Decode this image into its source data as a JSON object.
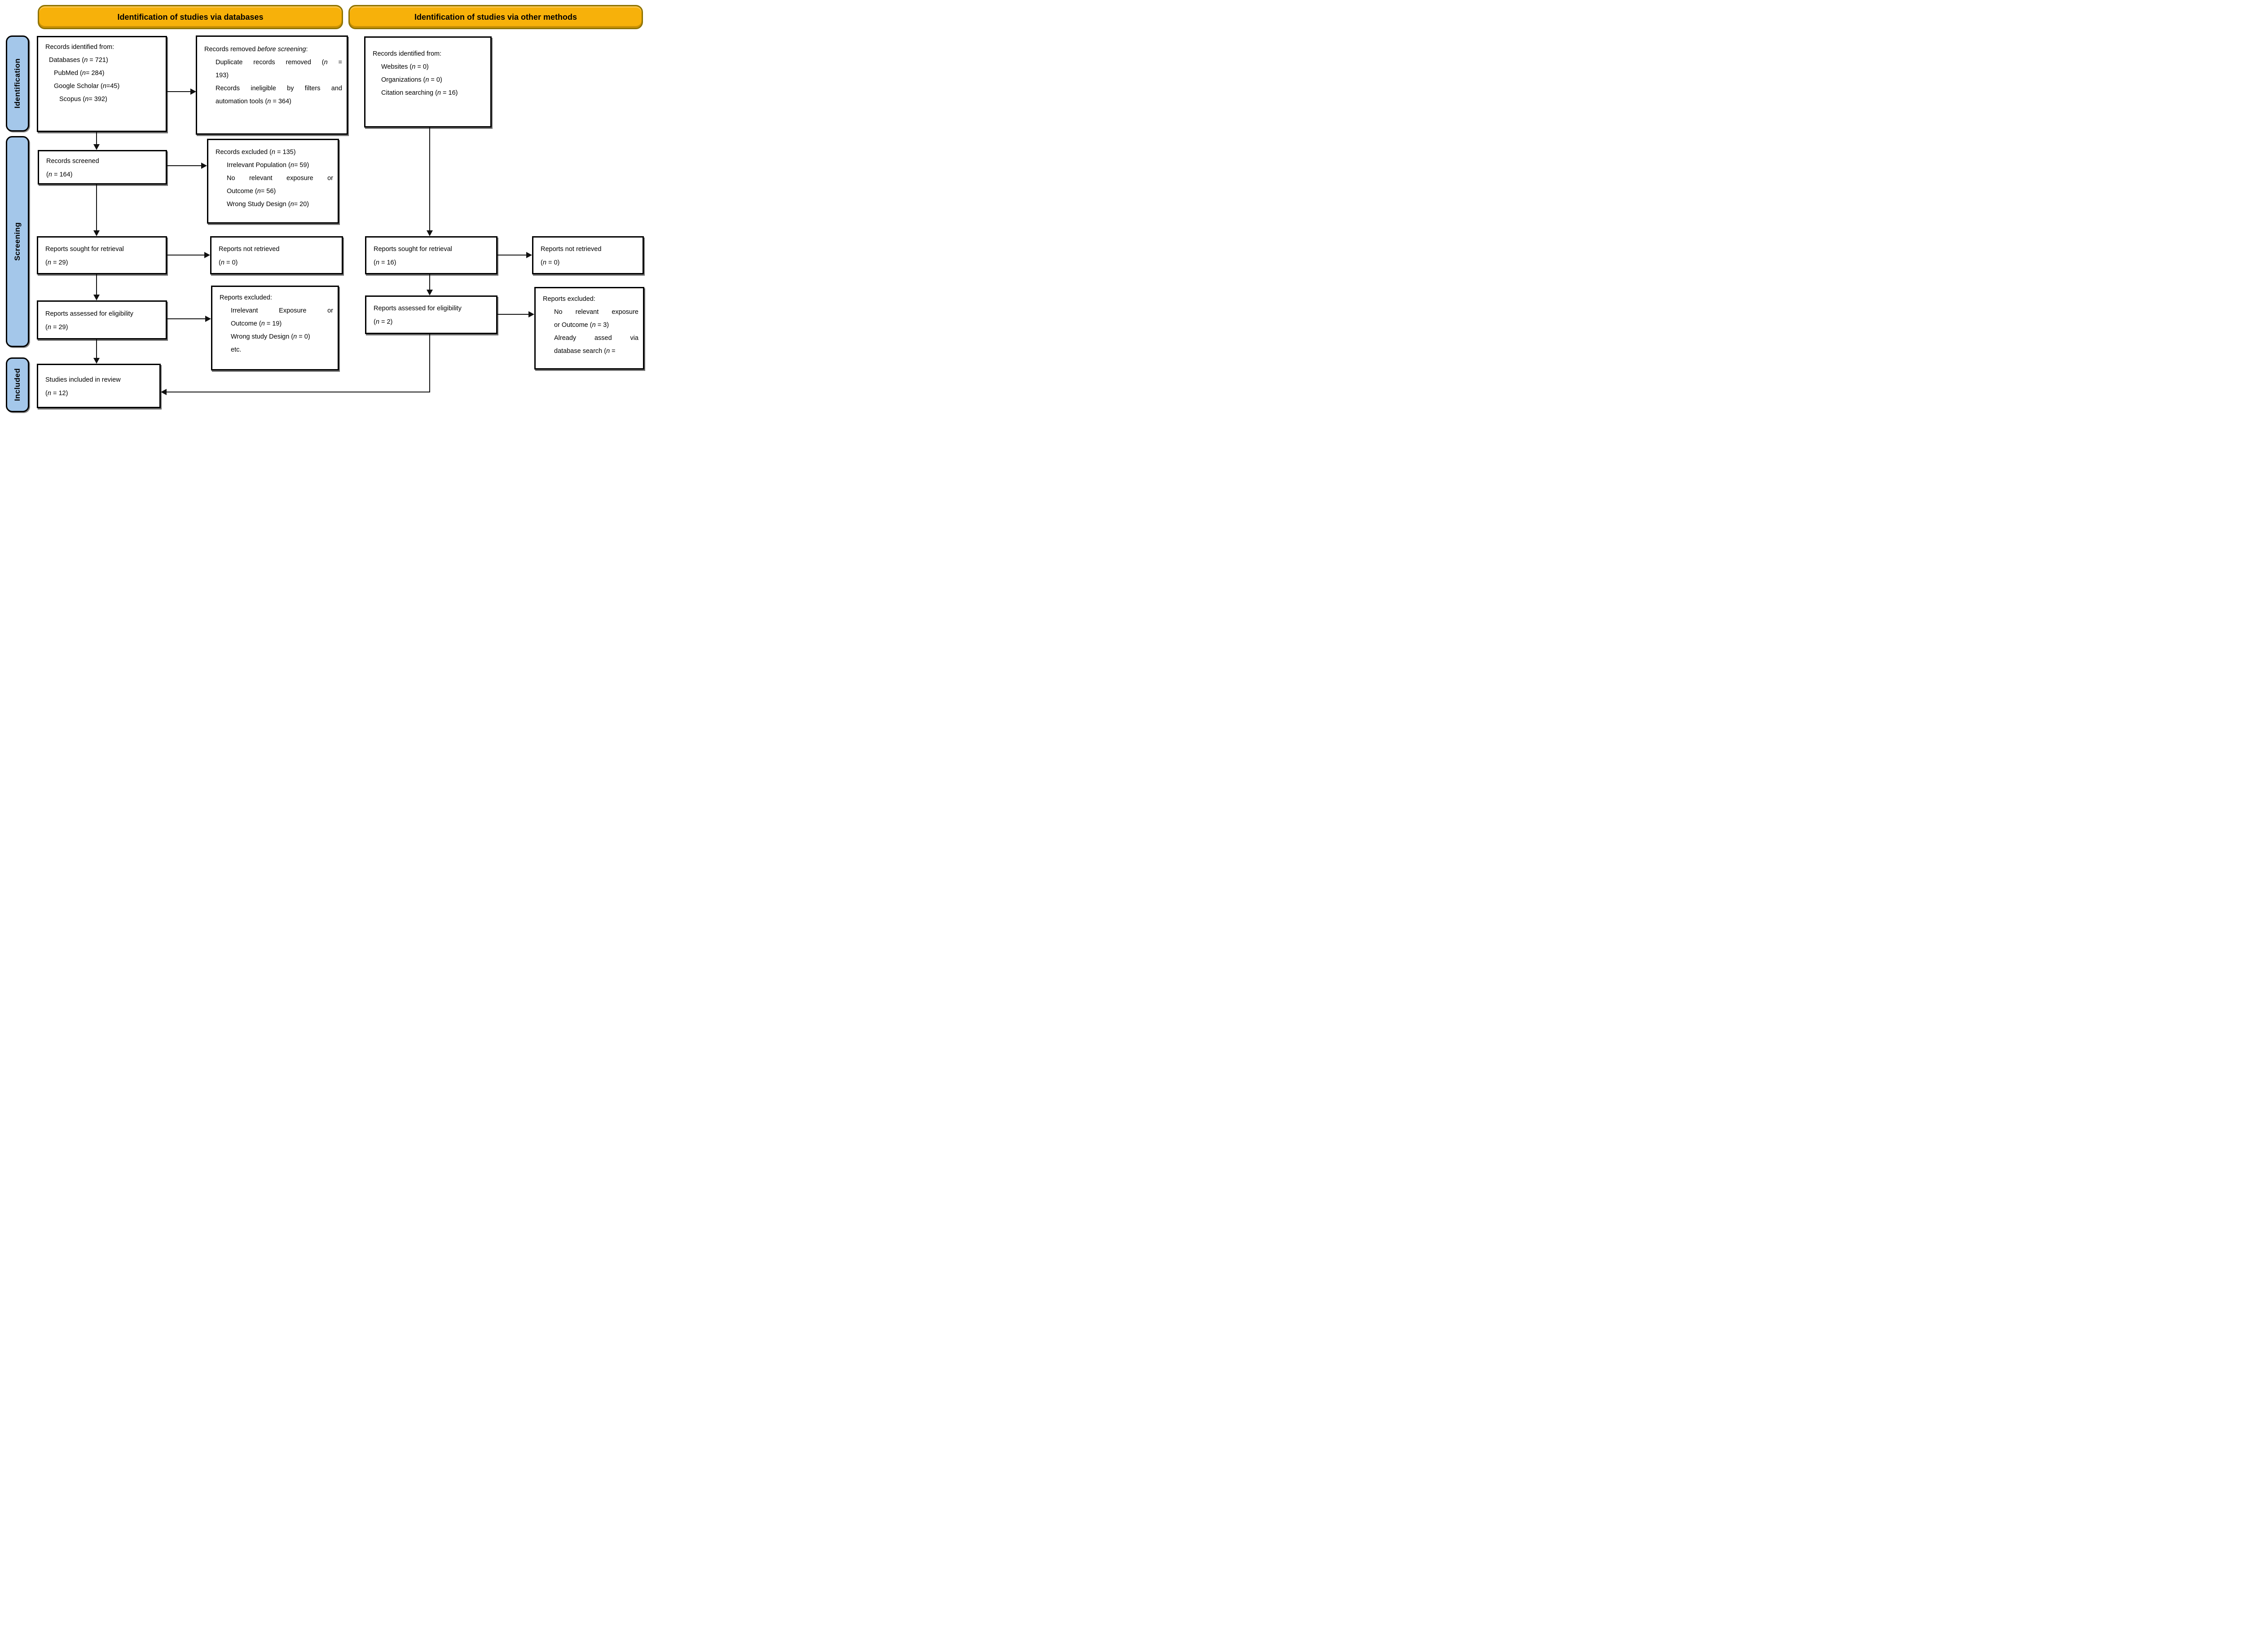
{
  "figure": {
    "kind": "PRISMA flow diagram"
  },
  "colors": {
    "header_bg": "#F7B10A",
    "header_border": "#8F7300",
    "sidebar_bg": "#A4C7EA",
    "box_border": "#000000",
    "arrow": "#111111"
  },
  "headers": [
    {
      "label": "Identification of studies via databases"
    },
    {
      "label": "Identification of studies via other methods"
    }
  ],
  "sidebar": [
    {
      "label": "Identification"
    },
    {
      "label": "Screening"
    },
    {
      "label": "Included"
    }
  ],
  "boxes": {
    "db_identified": {
      "lines": [
        "Records identified from:",
        "Databases (n = 721)",
        "PubMed (n= 284)",
        "Google Scholar (n=45)",
        "Scopus (n= 392)"
      ]
    },
    "removed_before": {
      "lines": [
        "Records removed *before screening*:",
        "Duplicate records removed (n =",
        "193)",
        "Records ineligible by filters and",
        "automation tools (n = 364)"
      ]
    },
    "other_identified": {
      "lines": [
        "Records identified from:",
        "Websites (n = 0)",
        "Organizations (n = 0)",
        "Citation searching (n = 16)"
      ]
    },
    "records_screened": {
      "lines": [
        "Records screened",
        "(n = 164)"
      ]
    },
    "records_excluded": {
      "lines": [
        "Records excluded (n = 135)",
        "Irrelevant Population (n= 59)",
        "No relevant exposure or",
        "Outcome (n= 56)",
        "Wrong Study Design (n= 20)"
      ]
    },
    "reports_sought_db": {
      "lines": [
        "Reports sought for retrieval",
        "(n = 29)"
      ]
    },
    "reports_not_retrieved_db": {
      "lines": [
        "Reports not retrieved",
        "(n = 0)"
      ]
    },
    "reports_sought_other": {
      "lines": [
        "Reports sought for retrieval",
        "(n = 16)"
      ]
    },
    "reports_not_retrieved_other": {
      "lines": [
        "Reports not retrieved",
        "(n = 0)"
      ]
    },
    "assessed_db": {
      "lines": [
        "Reports assessed for eligibility",
        "(n = 29)"
      ]
    },
    "reports_excluded_db": {
      "lines": [
        "Reports excluded:",
        "Irrelevant Exposure or",
        "Outcome (n = 19)",
        "Wrong study Design (n = 0)",
        "etc."
      ]
    },
    "assessed_other": {
      "lines": [
        "Reports assessed for eligibility",
        "(n = 2)"
      ]
    },
    "reports_excluded_other": {
      "lines": [
        "Reports excluded:",
        "No relevant exposure",
        "or Outcome (n = 3)",
        "Already assed via",
        "database search (n ="
      ]
    },
    "included": {
      "lines": [
        "Studies included in review",
        "(n = 12)"
      ]
    }
  }
}
